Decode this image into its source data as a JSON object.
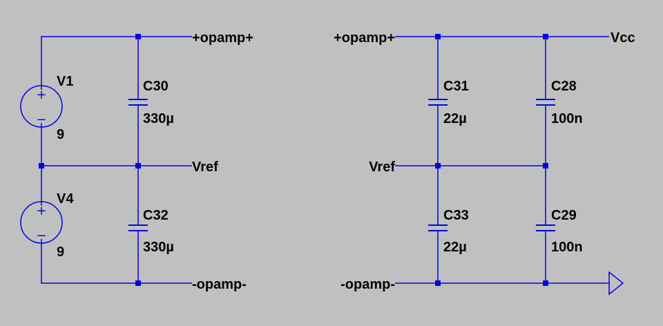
{
  "sources": [
    {
      "name": "V1",
      "value": "9",
      "plus": "+",
      "minus": "−"
    },
    {
      "name": "V4",
      "value": "9",
      "plus": "+",
      "minus": "−"
    }
  ],
  "capacitors": [
    {
      "name": "C30",
      "value": "330µ"
    },
    {
      "name": "C32",
      "value": "330µ"
    },
    {
      "name": "C31",
      "value": "22µ"
    },
    {
      "name": "C33",
      "value": "22µ"
    },
    {
      "name": "C28",
      "value": "100n"
    },
    {
      "name": "C29",
      "value": "100n"
    }
  ],
  "net_labels": {
    "pos_left": "+opamp+",
    "vref_left": "Vref",
    "neg_left": "-opamp-",
    "pos_right": "+opamp+",
    "vcc": "Vcc",
    "vref_right": "Vref",
    "neg_right": "-opamp-"
  },
  "colors": {
    "background": "#c0c0c0",
    "wire": "#0000e0",
    "label": "#000000"
  }
}
